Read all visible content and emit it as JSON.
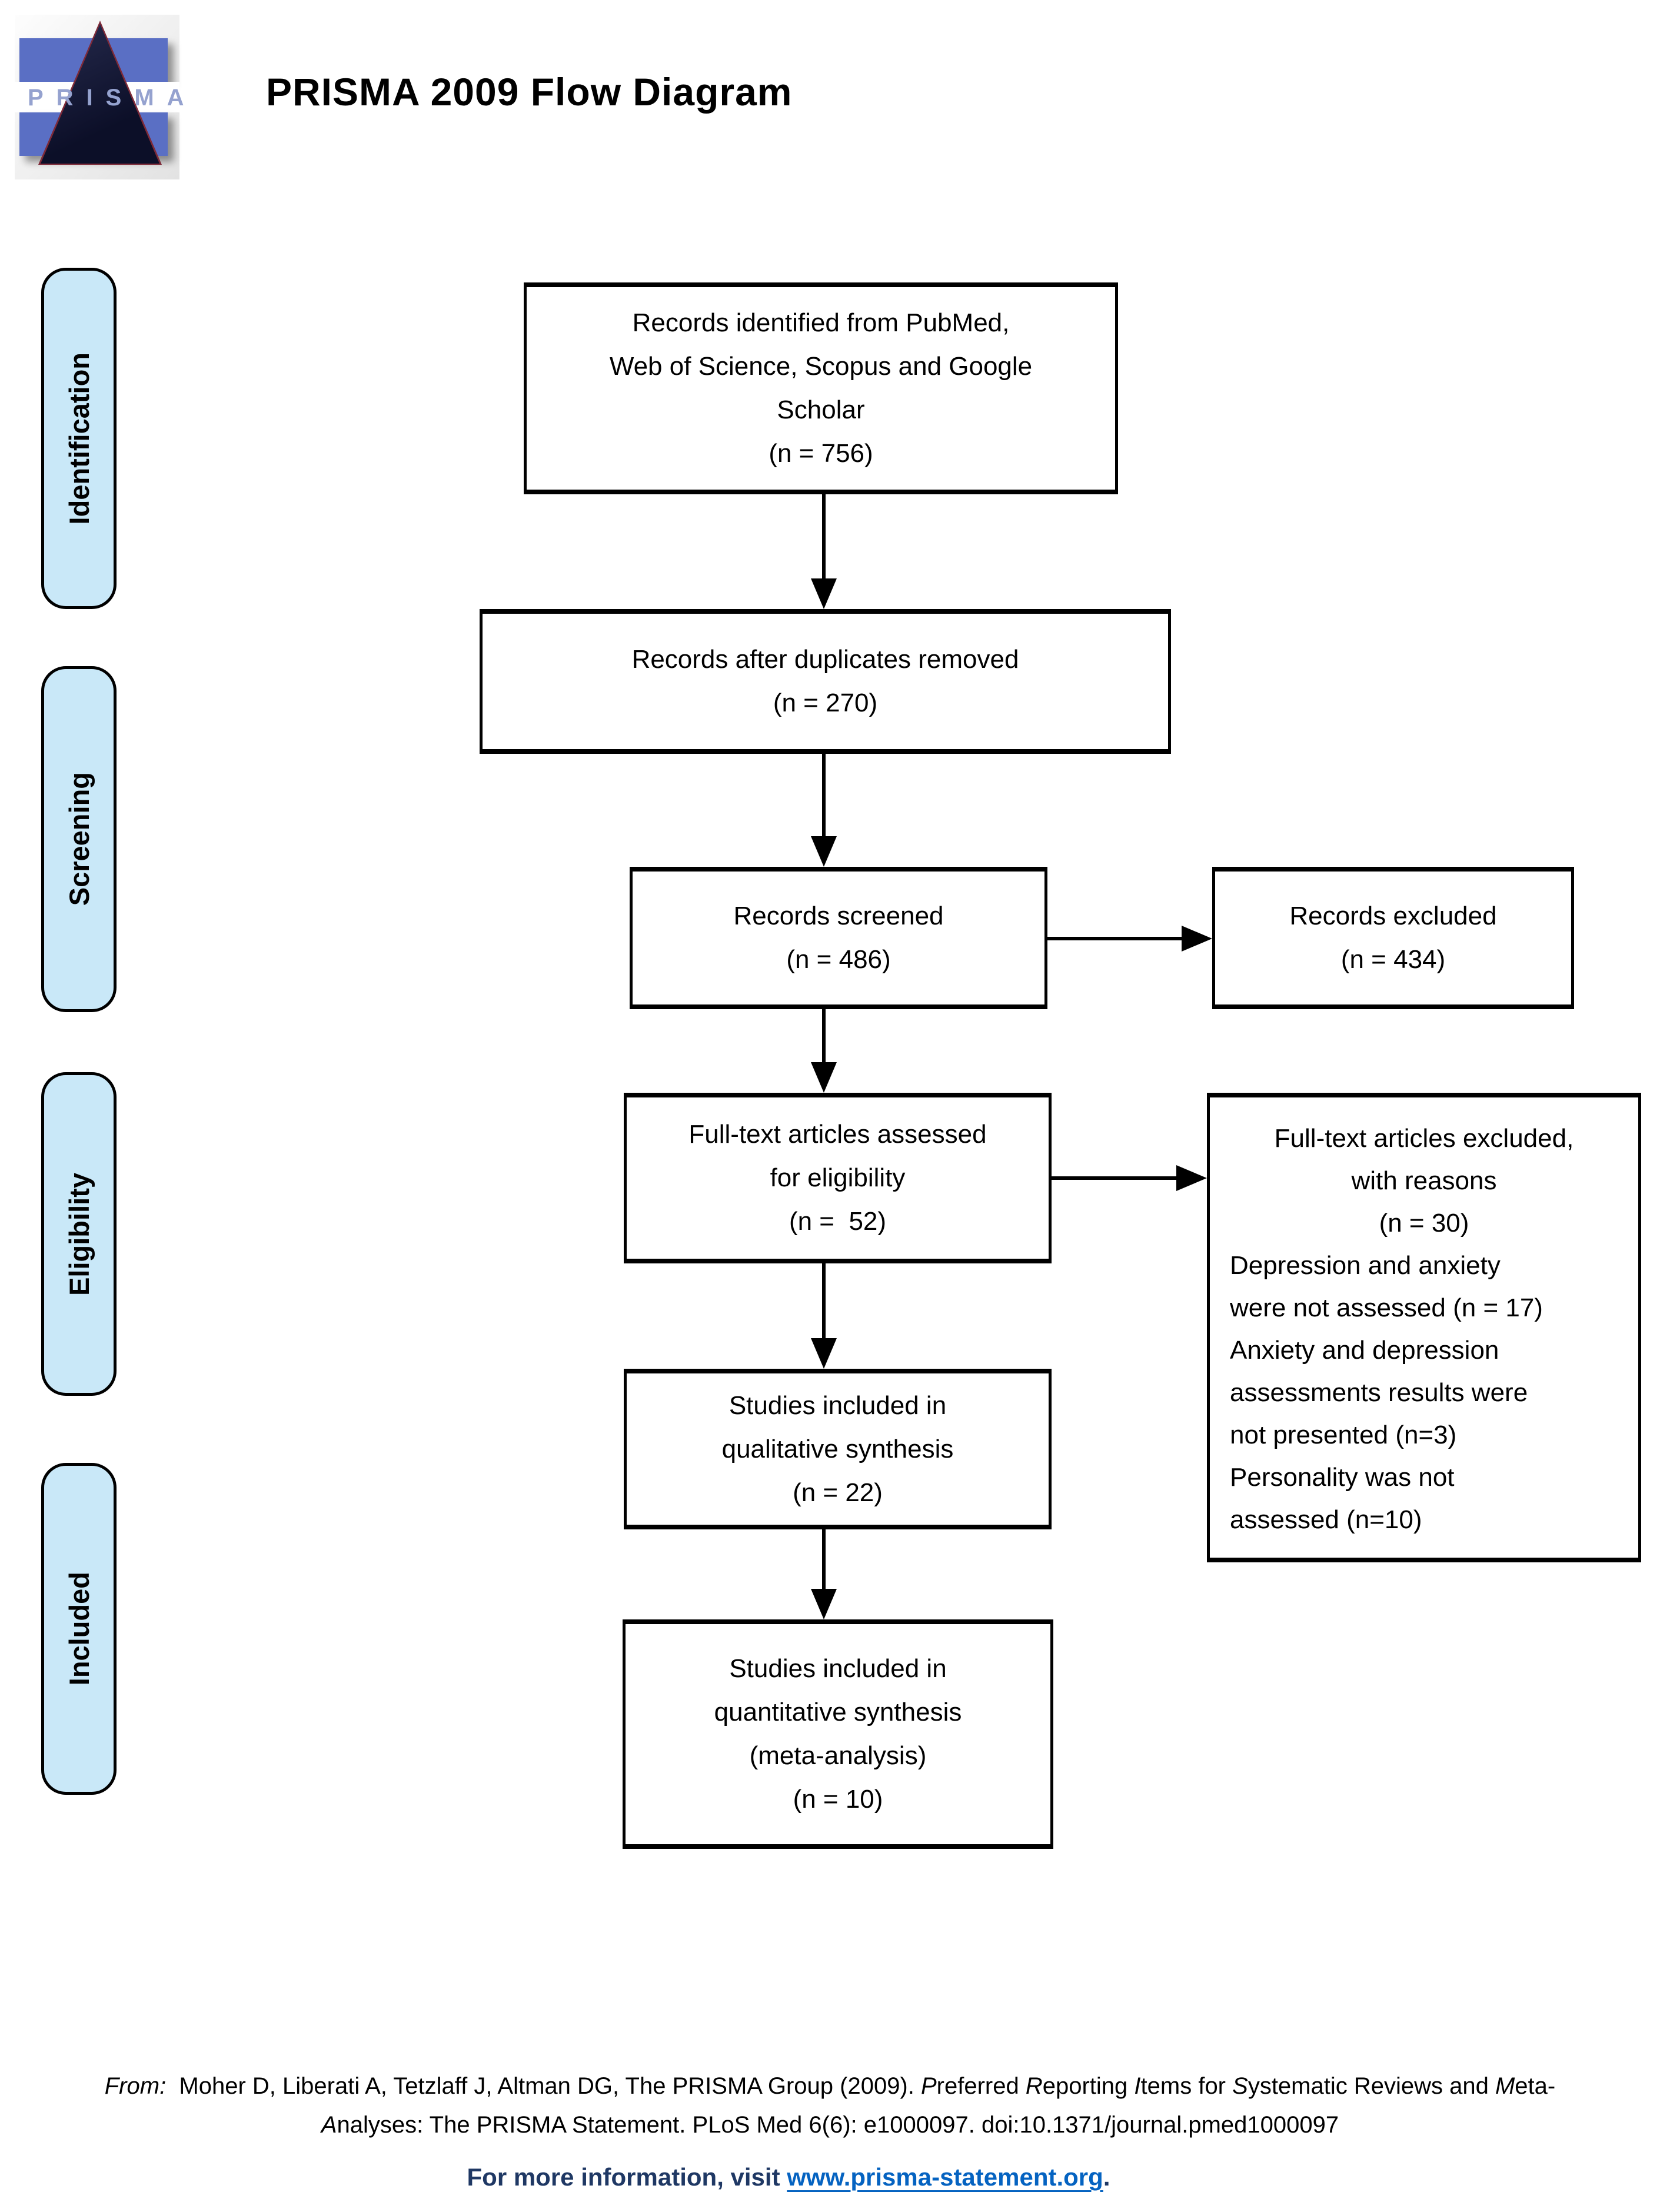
{
  "logo": {
    "wordmark": "PRISMA"
  },
  "header": {
    "title": "PRISMA 2009 Flow Diagram"
  },
  "sidebar": {
    "stages": [
      {
        "label": "Identification"
      },
      {
        "label": "Screening"
      },
      {
        "label": "Eligibility"
      },
      {
        "label": "Included"
      }
    ]
  },
  "flow": {
    "identified": {
      "lines": [
        "Records identified from PubMed,",
        "Web of Science, Scopus and Google",
        "Scholar",
        "(n = 756)"
      ]
    },
    "deduplicated": {
      "lines": [
        "Records after duplicates removed",
        "(n = 270)"
      ]
    },
    "screened": {
      "lines": [
        "Records screened",
        "(n = 486)"
      ]
    },
    "excluded": {
      "lines": [
        "Records excluded",
        "(n = 434)"
      ]
    },
    "fulltext_assessed": {
      "lines": [
        "Full-text articles assessed",
        "for eligibility",
        "(n =  52)"
      ]
    },
    "fulltext_excluded": {
      "centered_lines": [
        "Full-text articles excluded,",
        "with reasons",
        "(n = 30)"
      ],
      "reason_lines": [
        "Depression and anxiety",
        "were not assessed (n = 17)",
        "Anxiety and depression",
        "assessments results were",
        "not presented (n=3)",
        "Personality was not",
        "assessed (n=10)"
      ]
    },
    "qualitative": {
      "lines": [
        "Studies included in",
        "qualitative synthesis",
        "(n = 22)"
      ]
    },
    "quantitative": {
      "lines": [
        "Studies included in",
        "quantitative synthesis",
        "(meta-analysis)",
        "(n = 10)"
      ]
    }
  },
  "footer": {
    "citation_lines": [
      [
        {
          "t": "From:",
          "i": true
        },
        {
          "t": "  Moher D, Liberati A, Tetzlaff J, Altman DG, The PRISMA Group (2009). ",
          "i": false
        },
        {
          "t": "P",
          "i": true
        },
        {
          "t": "referred ",
          "i": false
        },
        {
          "t": "R",
          "i": true
        },
        {
          "t": "eporting ",
          "i": false
        },
        {
          "t": "I",
          "i": true
        },
        {
          "t": "tems for ",
          "i": false
        },
        {
          "t": "S",
          "i": true
        },
        {
          "t": "ystematic Reviews and ",
          "i": false
        },
        {
          "t": "M",
          "i": true
        },
        {
          "t": "eta-",
          "i": false
        }
      ],
      [
        {
          "t": "A",
          "i": true
        },
        {
          "t": "nalyses: The PRISMA Statement. PLoS Med 6(6): e1000097. doi:10.1371/journal.pmed1000097",
          "i": false
        }
      ]
    ],
    "more_info_prefix": "For more information, visit ",
    "link_text": "www.prisma-statement.org",
    "more_info_suffix": "."
  },
  "colors": {
    "sidebar_fill": "#C9E8F8",
    "link": "#0563C1",
    "dark_navy": "#1F3864",
    "logo_bar": "#5A6FC4",
    "logo_triangle": "#10142E"
  }
}
